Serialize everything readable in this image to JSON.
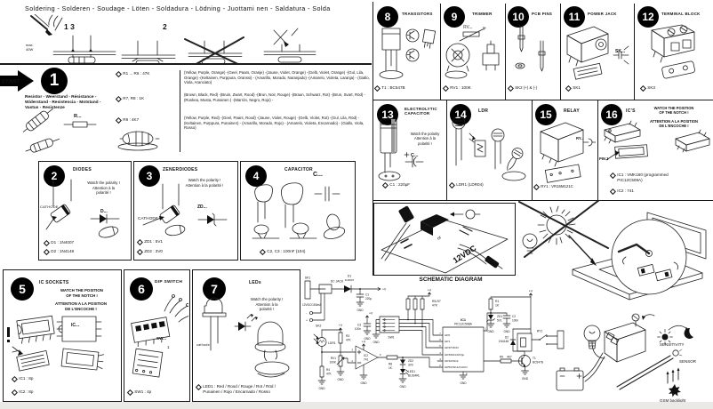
{
  "header": {
    "title": "Soldering - Solderen - Soudage - Löten - Soldadura - Lödning - Juottami nen - Saldatura - Solda",
    "step1": "1 3",
    "step2": "2",
    "iron1": "max.",
    "iron2": "40W"
  },
  "s1": {
    "start": "START",
    "number": "1",
    "title": "Resistor - Weerstand - Résistance -\nWiderstand - Resistencia - Motstand -\nVastus - Resistenze",
    "symbol": "R...",
    "rows": [
      {
        "ref": "R1 ... R6 : 47K",
        "colors": "(Yellow, Purple, Orange) -(Geel, Paars, Oranje) -(Jaune, Violet, Orange) -(Gelb, Violet, Orange) -(Gul, Lila, Orange) -(Keltainen, Purppura, Oranssi) - (Amarillo, Morado, Naranjado) -(Amarelo, Violeta, Laranja) - (Giallo, Viola, Aranciato)"
      },
      {
        "ref": "R7, R8 : 1K",
        "colors": "(Brown, Black, Red) -(Bruin, Zwart, Rood) -(Brun, Noir, Rouge) -(Braun, Schwarz, Rot) -(Brun, Svart, Röd) -(Ruskea, Musta, Punainen ) -(Marrón, Negro, Rojo) -"
      },
      {
        "ref": "R9 : 4K7",
        "colors": "(Yellow, Purple, Red) -(Geel, Paars, Rood) -(Jaune, Violet, Rouge) -(Gelb, Violet, Rot) -(Gul, Lila, Röd) -(Keltainen, Purppura, Punainen) - (Amarillo, Morado, Rojo) - (Amarelo, Violeta, Encarnado) - (Giallo, Viola, Rosso)"
      }
    ]
  },
  "s2": {
    "number": "2",
    "title": "DIODES",
    "warning": "Watch the polarity !\nAttention à la\npolarité !",
    "cathode": "CATHODE",
    "symbol": "D...",
    "items": [
      "D1 : 1N4007",
      "D2 : 1N4148"
    ]
  },
  "s3": {
    "number": "3",
    "title": "ZENERDIODES",
    "warning": "Watch the polarity !\nAttention à la polarité !",
    "cathode": "CATHODE",
    "symbol": "ZD...",
    "items": [
      "ZD1 : 5V1",
      "ZD2 : 3V0"
    ]
  },
  "s4": {
    "number": "4",
    "title": "CAPACITOR",
    "symbol": "C...",
    "items": [
      "C2, C3 : 100nF (104)"
    ]
  },
  "s5": {
    "number": "5",
    "title": "IC SOCKETS",
    "warning1": "WATCH THE POSITION\nOF THE NOTCH !",
    "warning2": "ATTENTION A LA POSITION\nDE L'ENCOCHE !",
    "symbol": "IC...",
    "items": [
      "IC1 : 8p",
      "IC2 : 8p"
    ]
  },
  "s6": {
    "number": "6",
    "title": "DIP SWITCH",
    "symbol": "SW...",
    "symbol2": "1",
    "items": [
      "SW1 : 4p"
    ]
  },
  "s7": {
    "number": "7",
    "title": "LEDs",
    "warning": "Watch the polarity !\nAttention à la\npolarité !",
    "cathode": "cathode",
    "items": [
      "LED1 : Red / Rood / Rouge / Rot / Röd /\nPunainen / Rojo / Encarnado / Rosso"
    ]
  },
  "s8": {
    "number": "8",
    "title": "TRANSISTORS",
    "items": [
      "T1 : BC547B"
    ]
  },
  "s9": {
    "number": "9",
    "title": "TRIMMER",
    "symbol": "RV...",
    "items": [
      "RV1 : 100K"
    ]
  },
  "s10": {
    "number": "10",
    "title": "PCB PINS",
    "items": [
      "SK2 (+) & (-)"
    ]
  },
  "s11": {
    "number": "11",
    "title": "POWER JACK",
    "symbol": "SK...",
    "items": [
      "SK1"
    ]
  },
  "s12": {
    "number": "12",
    "title": "TERMINAL BLOCK",
    "items": [
      "SK3"
    ]
  },
  "s13": {
    "number": "13",
    "title": "ELECTROLYTIC\nCAPACITOR",
    "warning": "Watch the polarity\nAttention à la\npolarité !",
    "symbol": "C...",
    "items": [
      "C1 : 220µF"
    ]
  },
  "s14": {
    "number": "14",
    "title": "LDR",
    "symbol": "LDR",
    "items": [
      "LDR1 (LDR04)"
    ]
  },
  "s15": {
    "number": "15",
    "title": "RELAY",
    "symbol": "RY...",
    "items": [
      "RY1 : VR15M121C"
    ]
  },
  "s16": {
    "number": "16",
    "title": "IC'S",
    "warning1": "WATCH THE POSITION\nOF THE NOTCH !",
    "warning2": "ATTENTION A LA POSITION\nDE L'ENCOCHE !",
    "pin1": "PIN 1",
    "items": [
      "IC1 : VMK160 (programmed\nPIC12C508A)",
      "IC2 : 741"
    ]
  },
  "assembly": {
    "or": "or",
    "power": "12VDC"
  },
  "schematic": {
    "title": "SCHEMATIC DIAGRAM",
    "sk1": "SK1",
    "dc_jack": "DC JACK",
    "d1_name": "D1",
    "d1_value": "1N4007",
    "vplus": "+V",
    "gnd": "GND",
    "c1_name": "C1",
    "c1_value": "220µ",
    "supply": "12VDC/150mA",
    "minus": "-",
    "plus": "+",
    "sk2": "SK2",
    "c3_name": "C3",
    "c3_value": "100n",
    "sw1": "SW1",
    "rbank_name": "R5-R7",
    "rbank_value": "47K",
    "ic1_name": "IC1",
    "ic1_value": "PIC12C508A",
    "ic1_pins": [
      "GP0",
      "GP1",
      "GP2/T0CKI",
      "GP3/MCLR/Vpp",
      "GP4/OSC2",
      "GP5/OSC1/CLKIN"
    ],
    "ic1_pin_numbers": [
      "7",
      "6",
      "5",
      "4",
      "3",
      "2"
    ],
    "pin8": "8",
    "pin1": "1",
    "r1_name": "R1",
    "r1_value": "1K",
    "zd1_name": "ZD1",
    "zd1_value": "5V1",
    "c2_name": "C2",
    "c2_value": "100n",
    "d2_name": "D2",
    "d2_value": "1N4148",
    "ry1": "RY1",
    "t1_name": "T1",
    "t1_value": "BC547B",
    "r9_name": "R9",
    "r9_value": "4K7",
    "ldr1": "LDR1",
    "r3_name": "R3",
    "r3_value": "47K",
    "r4_name": "R4",
    "r4_value": "47K",
    "rv1_name": "RV1",
    "rv1_value": "100K",
    "ic2_name": "IC2",
    "ic2_value": "741",
    "r8_name": "R8",
    "r8_value": "1K",
    "zd2_name": "ZD2",
    "zd2_value": "3V0",
    "led1_name": "LED1",
    "led1_value": "BL934RL",
    "op_pin3": "3",
    "op_pin2": "2",
    "op_pin6": "6"
  },
  "usage": {
    "sensitivity": "SENSITIVITY",
    "sensor": "SENSOR",
    "backlight": "GSM backlight"
  }
}
